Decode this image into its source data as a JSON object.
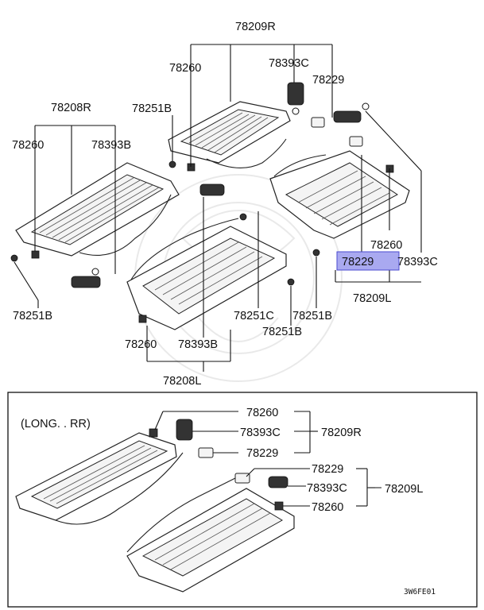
{
  "labels": {
    "p78209R_top": "78209R",
    "p78260_a": "78260",
    "p78393C_a": "78393C",
    "p78229_a": "78229",
    "p78208R": "78208R",
    "p78251B_a": "78251B",
    "p78260_b": "78260",
    "p78393B_a": "78393B",
    "p78260_c": "78260",
    "p78229_hl": "78229",
    "p78393C_b": "78393C",
    "p78209L_top": "78209L",
    "p78251B_b": "78251B",
    "p78251C": "78251C",
    "p78251B_c": "78251B",
    "p78251B_d": "78251B",
    "p78260_d": "78260",
    "p78393B_b": "78393B",
    "p78208L": "78208L",
    "long_rr": "(LONG. . RR)",
    "inset_78260_a": "78260",
    "inset_78393C_a": "78393C",
    "inset_78229_a": "78229",
    "inset_78209R": "78209R",
    "inset_78229_b": "78229",
    "inset_78393C_b": "78393C",
    "inset_78260_b": "78260",
    "inset_78209L": "78209L",
    "ref_code": "3W6FE01"
  },
  "highlight_color": "#a9a9f0"
}
